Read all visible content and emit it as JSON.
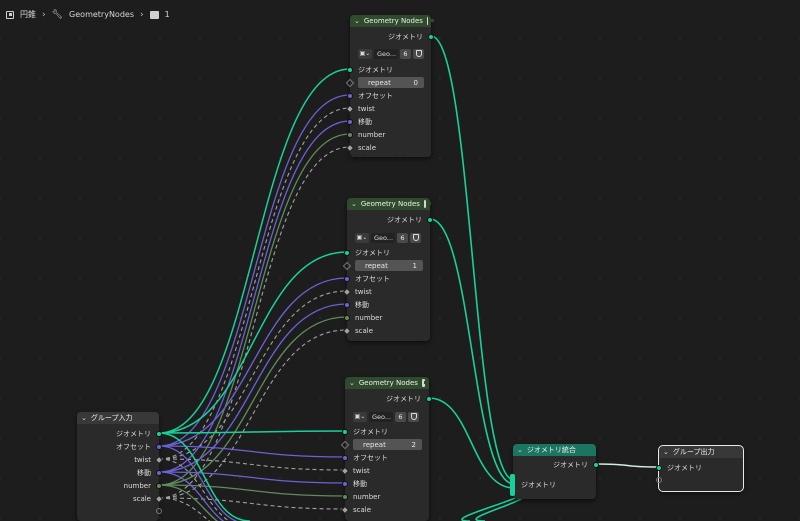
{
  "breadcrumb": {
    "object": "円錐",
    "tree": "GeometryNodes",
    "users": "1"
  },
  "colors": {
    "geometry": "#17d19a",
    "vector": "#6b62d4",
    "float": "#a1a1a1",
    "integer": "#5f8c5b",
    "green_header": "#2f4a2c",
    "teal_header": "#1a7561"
  },
  "nodes": {
    "geo1": {
      "title": "Geometry Nodes",
      "tree_name": "Geo...",
      "users": "6",
      "output": "ジオメトリ",
      "inputs": [
        "ジオメトリ",
        "オフセット",
        "twist",
        "移動",
        "number",
        "scale"
      ],
      "repeat_label": "repeat",
      "repeat_value": "0"
    },
    "geo2": {
      "title": "Geometry Nodes",
      "tree_name": "Geo...",
      "users": "6",
      "output": "ジオメトリ",
      "inputs": [
        "ジオメトリ",
        "オフセット",
        "twist",
        "移動",
        "number",
        "scale"
      ],
      "repeat_label": "repeat",
      "repeat_value": "1"
    },
    "geo3": {
      "title": "Geometry Nodes",
      "tree_name": "Geo...",
      "users": "6",
      "output": "ジオメトリ",
      "inputs": [
        "ジオメトリ",
        "オフセット",
        "twist",
        "移動",
        "number",
        "scale"
      ],
      "repeat_label": "repeat",
      "repeat_value": "2"
    },
    "group_input": {
      "title": "グループ入力",
      "outputs": [
        "ジオメトリ",
        "オフセット",
        "twist",
        "移動",
        "number",
        "scale"
      ]
    },
    "join": {
      "title": "ジオメトリ統合",
      "output": "ジオメトリ",
      "input": "ジオメトリ"
    },
    "group_output": {
      "title": "グループ出力",
      "input": "ジオメトリ"
    }
  }
}
